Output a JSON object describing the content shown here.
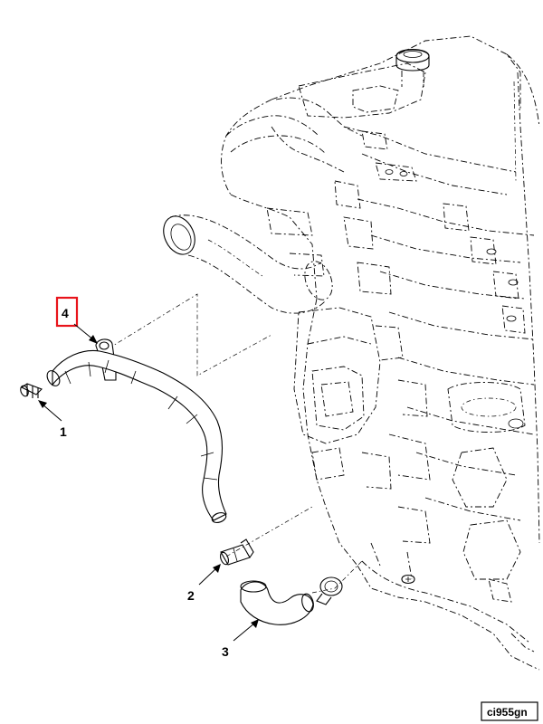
{
  "callouts": [
    {
      "id": "1",
      "label": "1"
    },
    {
      "id": "2",
      "label": "2"
    },
    {
      "id": "3",
      "label": "3"
    },
    {
      "id": "4",
      "label": "4"
    }
  ],
  "highlighted_callout": "4",
  "highlight_color": "#e8141b",
  "figure_id": "ci955gn"
}
